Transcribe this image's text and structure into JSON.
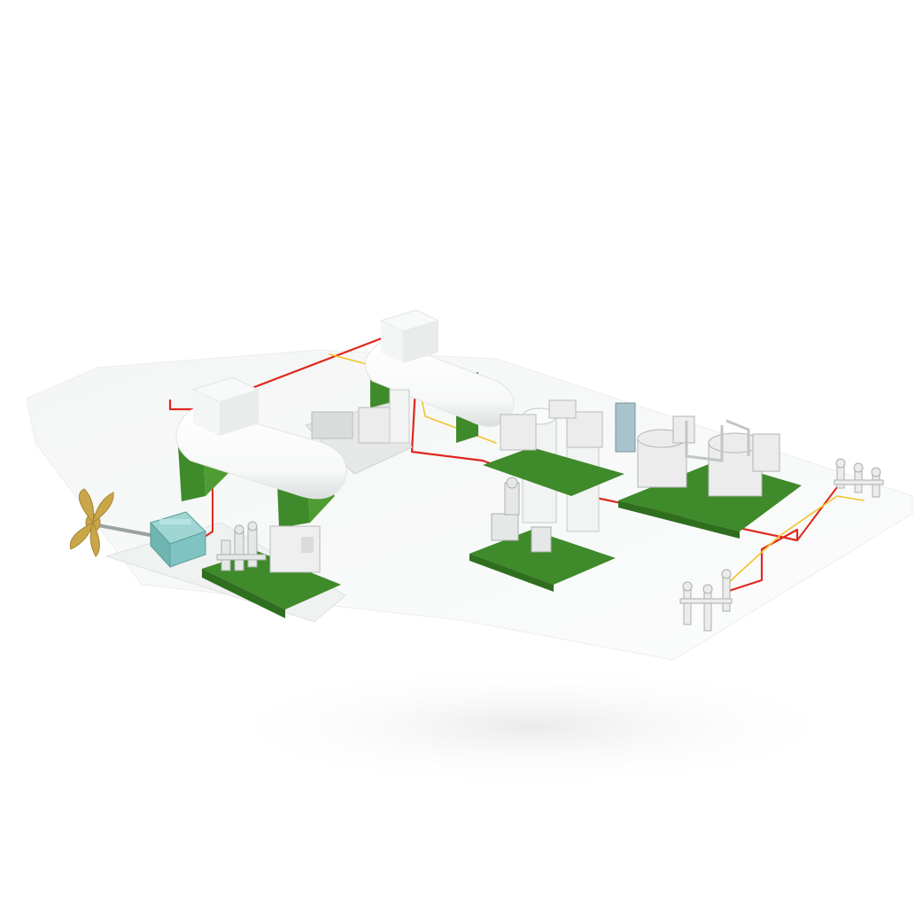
{
  "scene": {
    "description_free": true,
    "palette": {
      "deck": "#f3f5f4",
      "deck_edge": "#e6eae8",
      "tank": "#ffffff",
      "tank_shade": "#e4e7e6",
      "skid": "#3f8a2a",
      "skid_light": "#5aa83c",
      "pipe_red": "#e0281e",
      "pipe_yellow": "#f2c42a",
      "engine": "#7fc4c2",
      "propeller": "#c9a64a",
      "equipment": "#eeeeee",
      "equipment_shade": "#c9cccc"
    },
    "components": [
      {
        "id": "tank-1",
        "icon": "fuel-tank"
      },
      {
        "id": "tank-2",
        "icon": "fuel-tank"
      },
      {
        "id": "engine",
        "icon": "engine"
      },
      {
        "id": "propeller",
        "icon": "propeller"
      },
      {
        "id": "gas-valve-unit",
        "icon": "valve-skid"
      },
      {
        "id": "vaporizer-skid",
        "icon": "vaporizer"
      },
      {
        "id": "compressor-skid",
        "icon": "compressor"
      },
      {
        "id": "bunker-station-1",
        "icon": "bunker-station"
      },
      {
        "id": "bunker-station-2",
        "icon": "bunker-station"
      }
    ]
  }
}
